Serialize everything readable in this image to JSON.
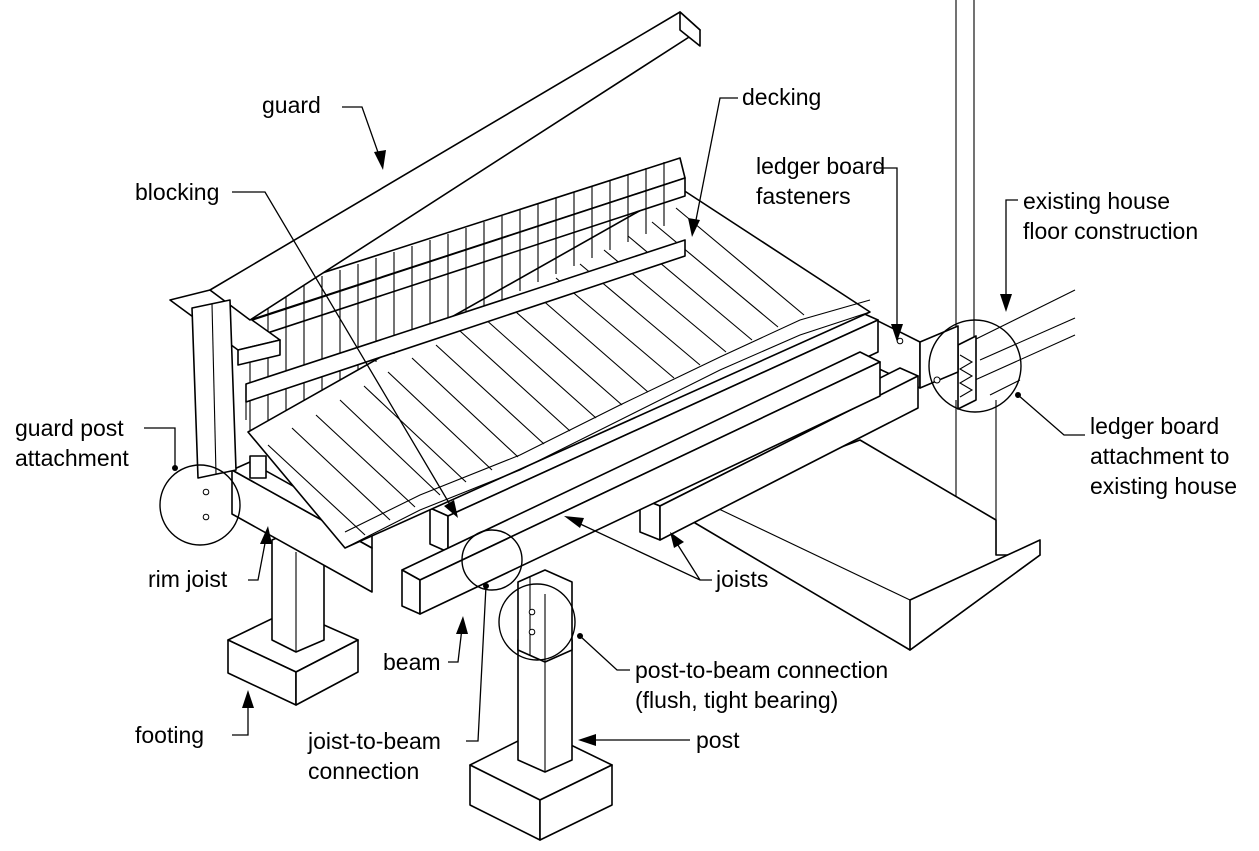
{
  "labels": {
    "guard": "guard",
    "decking": "decking",
    "blocking": "blocking",
    "ledger_fasteners_1": "ledger board",
    "ledger_fasteners_2": "fasteners",
    "existing_house_1": "existing house",
    "existing_house_2": "floor construction",
    "guard_post_1": "guard post",
    "guard_post_2": "attachment",
    "ledger_attach_1": "ledger board",
    "ledger_attach_2": "attachment to",
    "ledger_attach_3": "existing house",
    "rim_joist": "rim joist",
    "joists": "joists",
    "beam": "beam",
    "post_to_beam_1": "post-to-beam connection",
    "post_to_beam_2": "(flush, tight bearing)",
    "footing": "footing",
    "joist_to_beam_1": "joist-to-beam",
    "joist_to_beam_2": "connection",
    "post": "post"
  }
}
